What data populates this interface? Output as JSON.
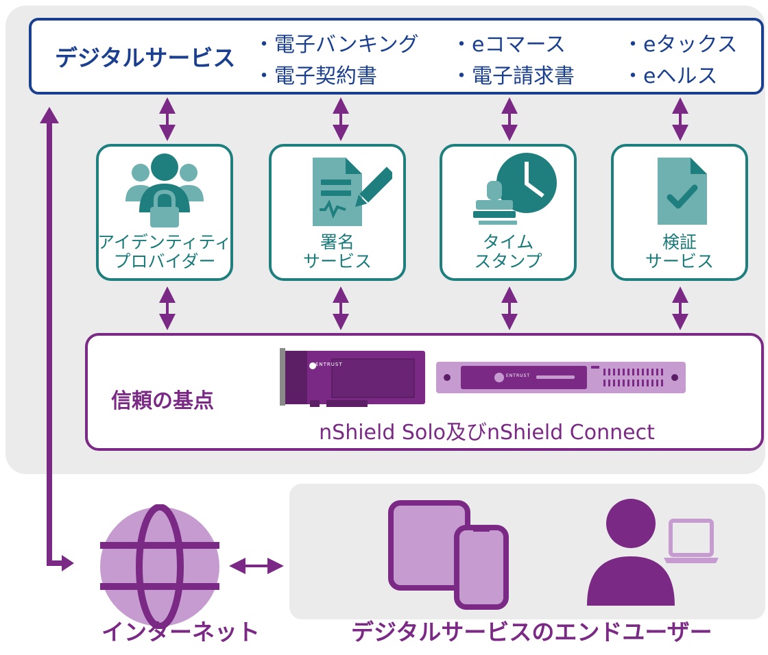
{
  "digital_services": {
    "title": "デジタルサービス",
    "items": [
      "・電子バンキング",
      "・eコマース",
      "・eタックス",
      "・電子契約書",
      "・電子請求書",
      "・eヘルス"
    ]
  },
  "services": [
    {
      "line1": "アイデンティティ",
      "line2": "プロバイダー",
      "icon": "identity-provider-icon"
    },
    {
      "line1": "署名",
      "line2": "サービス",
      "icon": "signing-service-icon"
    },
    {
      "line1": "タイム",
      "line2": "スタンプ",
      "icon": "timestamp-icon"
    },
    {
      "line1": "検証",
      "line2": "サービス",
      "icon": "verification-icon"
    }
  ],
  "root_of_trust": {
    "title": "信頼の基点",
    "subtitle": "nShield Solo及びnShield Connect",
    "card_brand": "ENTRUST",
    "appliance_brand": "ENTRUST"
  },
  "internet": {
    "label": "インターネット"
  },
  "end_users": {
    "label": "デジタルサービスのエンドユーザー"
  },
  "colors": {
    "navy": "#1b3f8f",
    "teal": "#1f7f7f",
    "teal_light": "#6fb0b0",
    "purple": "#7a2a84",
    "lavender": "#c69cd0",
    "panel": "#ebebeb"
  }
}
